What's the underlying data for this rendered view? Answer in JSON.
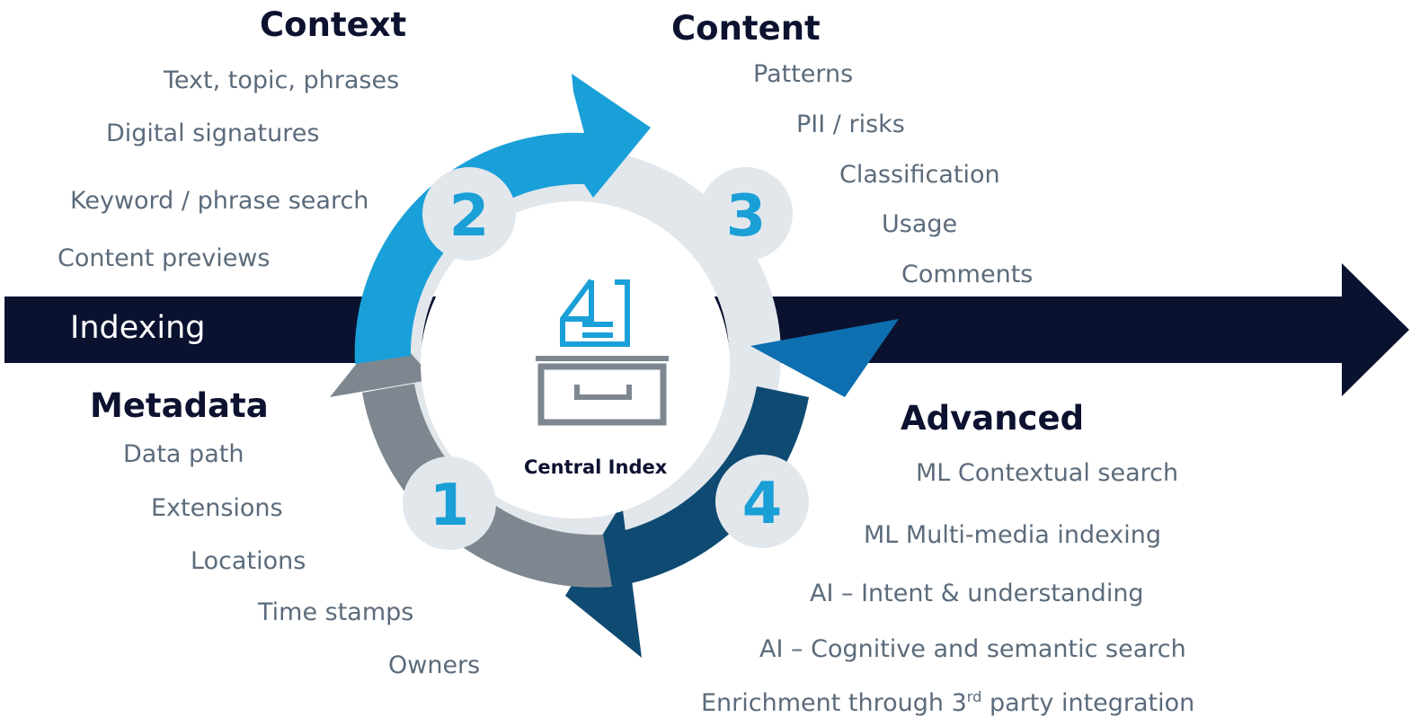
{
  "colors": {
    "dark_navy": "#0b1230",
    "arrow_blue": "#1aa0d8",
    "arrow_gray": "#7e8790",
    "arrow_navy": "#0f4a72",
    "arrow_mid_blue": "#0d6fb0",
    "ring_light": "#e2e7ec",
    "number_blue": "#1a9fd6",
    "text_gray": "#5b6b7b"
  },
  "indexing": {
    "label": "Indexing"
  },
  "center": {
    "label": "Central Index",
    "icon": "file-cabinet-icon"
  },
  "steps": [
    {
      "number": "1"
    },
    {
      "number": "2"
    },
    {
      "number": "3"
    },
    {
      "number": "4"
    }
  ],
  "context": {
    "title": "Context",
    "items": [
      "Text, topic, phrases",
      "Digital signatures",
      "Keyword / phrase search",
      "Content previews"
    ]
  },
  "content": {
    "title": "Content",
    "items": [
      "Patterns",
      "PII / risks",
      "Classification",
      "Usage",
      "Comments"
    ]
  },
  "metadata": {
    "title": "Metadata",
    "items": [
      "Data path",
      "Extensions",
      "Locations",
      "Time stamps",
      "Owners"
    ]
  },
  "advanced": {
    "title": "Advanced",
    "items": [
      "ML Contextual search",
      "ML Multi-media indexing",
      "AI – Intent & understanding",
      "AI – Cognitive and semantic search"
    ],
    "last_item": {
      "before": "Enrichment through 3",
      "sup": "rd",
      "after": " party integration"
    }
  }
}
